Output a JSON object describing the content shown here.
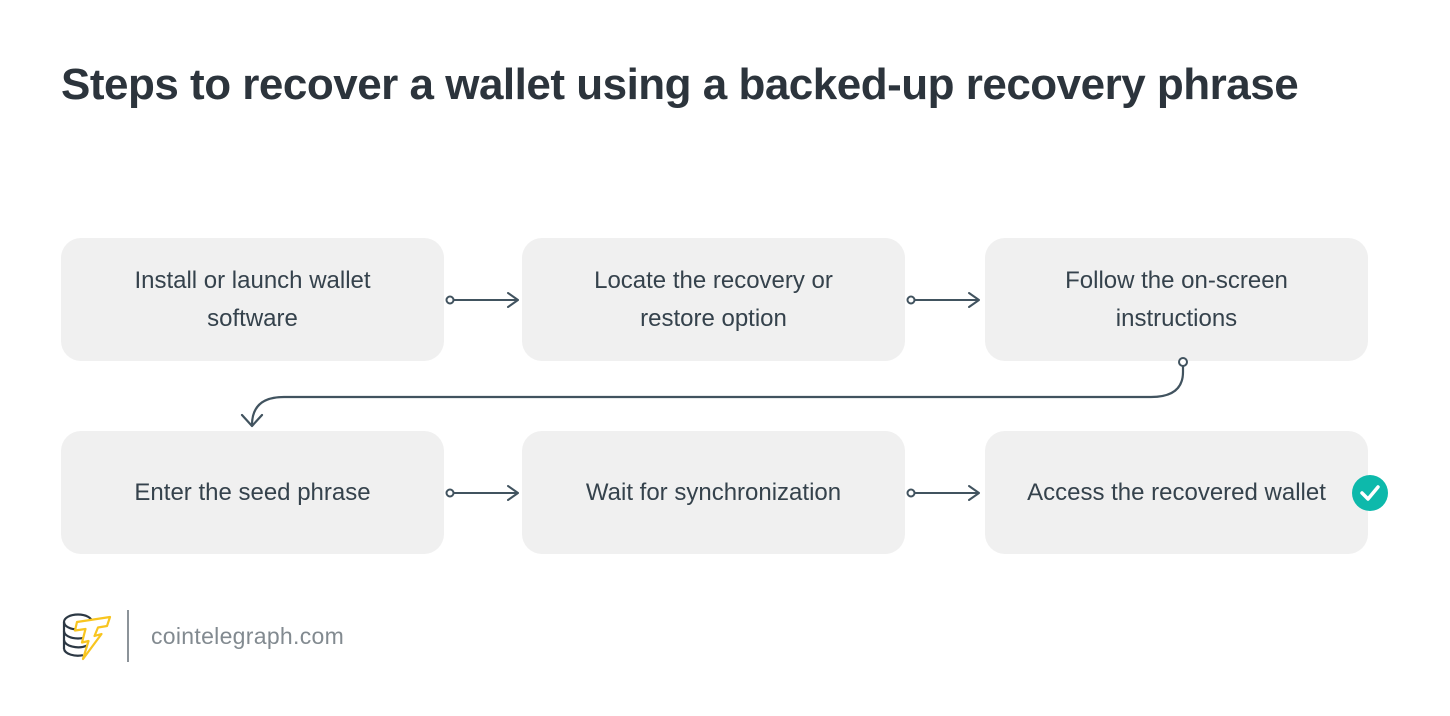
{
  "title": "Steps to recover a wallet using a backed-up recovery phrase",
  "steps": [
    {
      "label": "Install or launch wallet software"
    },
    {
      "label": "Locate the recovery or restore option"
    },
    {
      "label": "Follow the on-screen instructions"
    },
    {
      "label": "Enter the seed phrase"
    },
    {
      "label": "Wait for synchronization"
    },
    {
      "label": "Access the recovered wallet",
      "completed": true
    }
  ],
  "icons": {
    "check_badge": "check-icon",
    "flow_arrow": "arrow-right-icon",
    "flow_wrap_arrow": "arrow-curve-down-icon",
    "logo": "cointelegraph-coin-bolt-logo"
  },
  "footer": {
    "site": "cointelegraph.com"
  },
  "colors": {
    "background": "#ffffff",
    "title_text": "#2c343c",
    "box_background": "#f0f0f0",
    "box_text": "#35424c",
    "arrow": "#41535f",
    "accent_teal": "#0db9ab",
    "logo_yellow": "#f8c51f",
    "logo_dark": "#2c3844",
    "footer_text": "#828a90"
  }
}
